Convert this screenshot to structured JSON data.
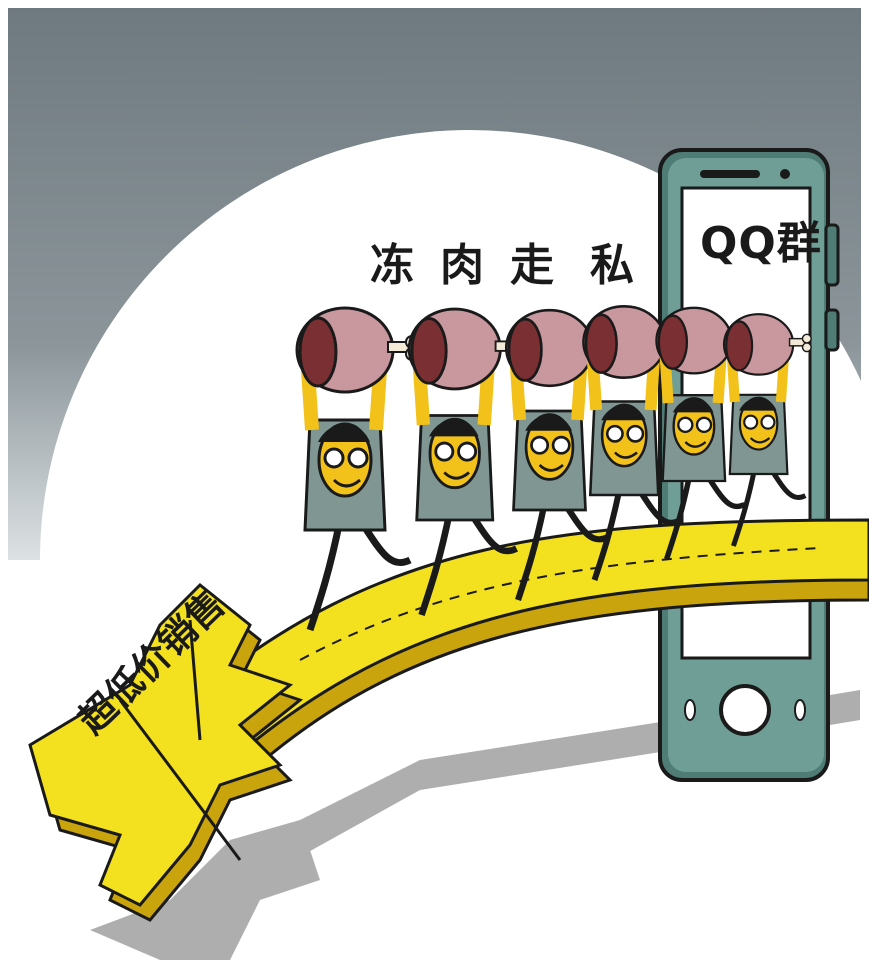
{
  "headline": {
    "chars": [
      "冻",
      "肉",
      "走",
      "私"
    ]
  },
  "phone_label": "QQ群",
  "ribbon_label": "超低价销售",
  "colors": {
    "sky_top": "#6f7a80",
    "sky_bottom": "#c9d0d3",
    "moon": "#ffffff",
    "ribbon": "#f3e11f",
    "ribbon_edge": "#c9a40c",
    "phone_body": "#5f8f86",
    "phone_screen": "#ffffff",
    "shirt": "#7f9692",
    "face": "#f2c21a",
    "meat": "#c8989e",
    "meat_cut": "#7a2f33",
    "bone": "#f3ead8",
    "shadow": "#9a9a9a"
  },
  "icons": [
    "yuan-currency-icon",
    "smartphone-icon",
    "frozen-meat-icon",
    "running-man-icon"
  ],
  "figure_count": 6
}
